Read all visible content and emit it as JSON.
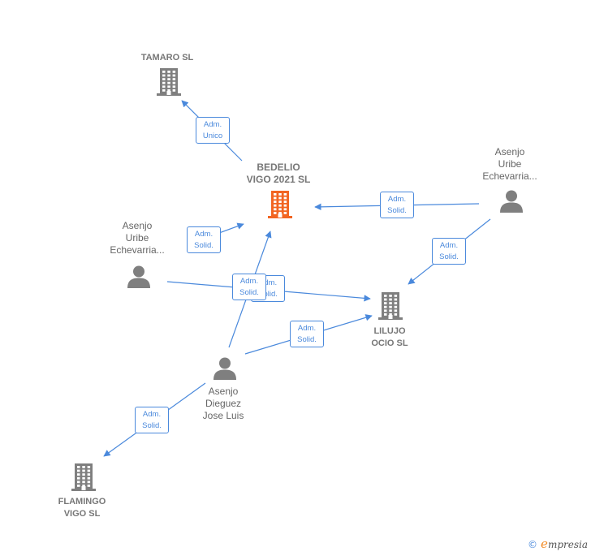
{
  "nodes": [
    {
      "id": "tamaro",
      "type": "company",
      "label": "TAMARO SL"
    },
    {
      "id": "bedelio",
      "type": "company-main",
      "label": "BEDELIO\nVIGO 2021  SL"
    },
    {
      "id": "asenjo_right",
      "type": "person",
      "label": "Asenjo\nUribe\nEchevarria..."
    },
    {
      "id": "asenjo_left",
      "type": "person",
      "label": "Asenjo\nUribe\nEchevarria..."
    },
    {
      "id": "lilujo",
      "type": "company",
      "label": "LILUJO\nOCIO  SL"
    },
    {
      "id": "asenjo_dieguez",
      "type": "person",
      "label": "Asenjo\nDieguez\nJose Luis"
    },
    {
      "id": "flamingo",
      "type": "company",
      "label": "FLAMINGO\nVIGO SL"
    }
  ],
  "edges": [
    {
      "from": "bedelio",
      "to": "tamaro",
      "label_line1": "Adm.",
      "label_line2": "Unico"
    },
    {
      "from": "asenjo_right",
      "to": "bedelio",
      "label_line1": "Adm.",
      "label_line2": "Solid."
    },
    {
      "from": "asenjo_right",
      "to": "lilujo",
      "label_line1": "Adm.",
      "label_line2": "Solid."
    },
    {
      "from": "asenjo_left",
      "to": "bedelio",
      "label_line1": "Adm.",
      "label_line2": "Solid."
    },
    {
      "from": "asenjo_left",
      "to": "lilujo",
      "label_line1": "Adm.",
      "label_line2": "Solid."
    },
    {
      "from": "asenjo_dieguez",
      "to": "bedelio",
      "label_line1": "Adm.",
      "label_line2": "Solid."
    },
    {
      "from": "asenjo_dieguez",
      "to": "lilujo",
      "label_line1": "Adm.",
      "label_line2": "Solid."
    },
    {
      "from": "asenjo_dieguez",
      "to": "flamingo",
      "label_line1": "Adm.",
      "label_line2": "Solid."
    }
  ],
  "colors": {
    "edge": "#4a89dc",
    "company_icon": "#7f7f7f",
    "main_company_icon": "#f26522",
    "person_icon": "#7f7f7f",
    "label": "#666666"
  },
  "footer": {
    "copyright_symbol": "©",
    "brand_initial": "e",
    "brand_rest": "mpresia"
  }
}
